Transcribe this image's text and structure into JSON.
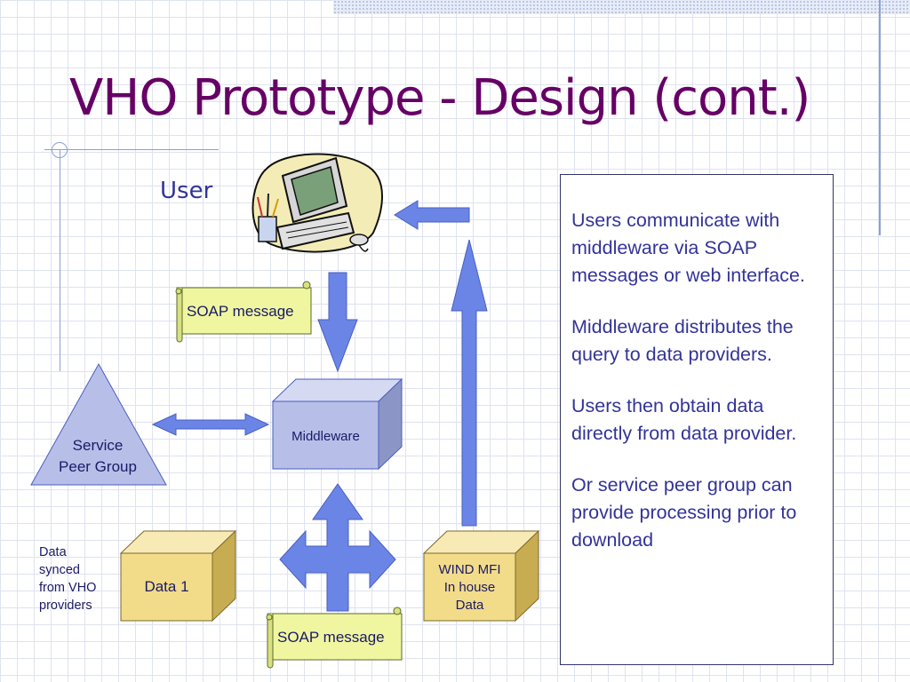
{
  "title": "VHO Prototype - Design (cont.)",
  "user_label": "User",
  "info": {
    "p1": "Users communicate with middleware via SOAP messages or web interface.",
    "p2": "Middleware distributes the query to data providers.",
    "p3": "Users then obtain data directly from data provider.",
    "p4": "Or service peer group can provide processing prior to download"
  },
  "soap_top": "SOAP message",
  "soap_bottom": "SOAP message",
  "middleware": "Middleware",
  "service": {
    "line1": "Service",
    "line2": "Peer Group"
  },
  "data1": "Data 1",
  "wind": {
    "line1": "WIND MFI",
    "line2": "In house",
    "line3": "Data"
  },
  "synced": {
    "line1": "Data",
    "line2": "synced",
    "line3": "from VHO",
    "line4": "providers"
  },
  "colors": {
    "title": "#660066",
    "text": "#333399",
    "arrow": "#6a85e6",
    "box_blue": "#b7bfe8",
    "box_yellow": "#f2dc8a",
    "scroll": "#f0f6a0"
  }
}
